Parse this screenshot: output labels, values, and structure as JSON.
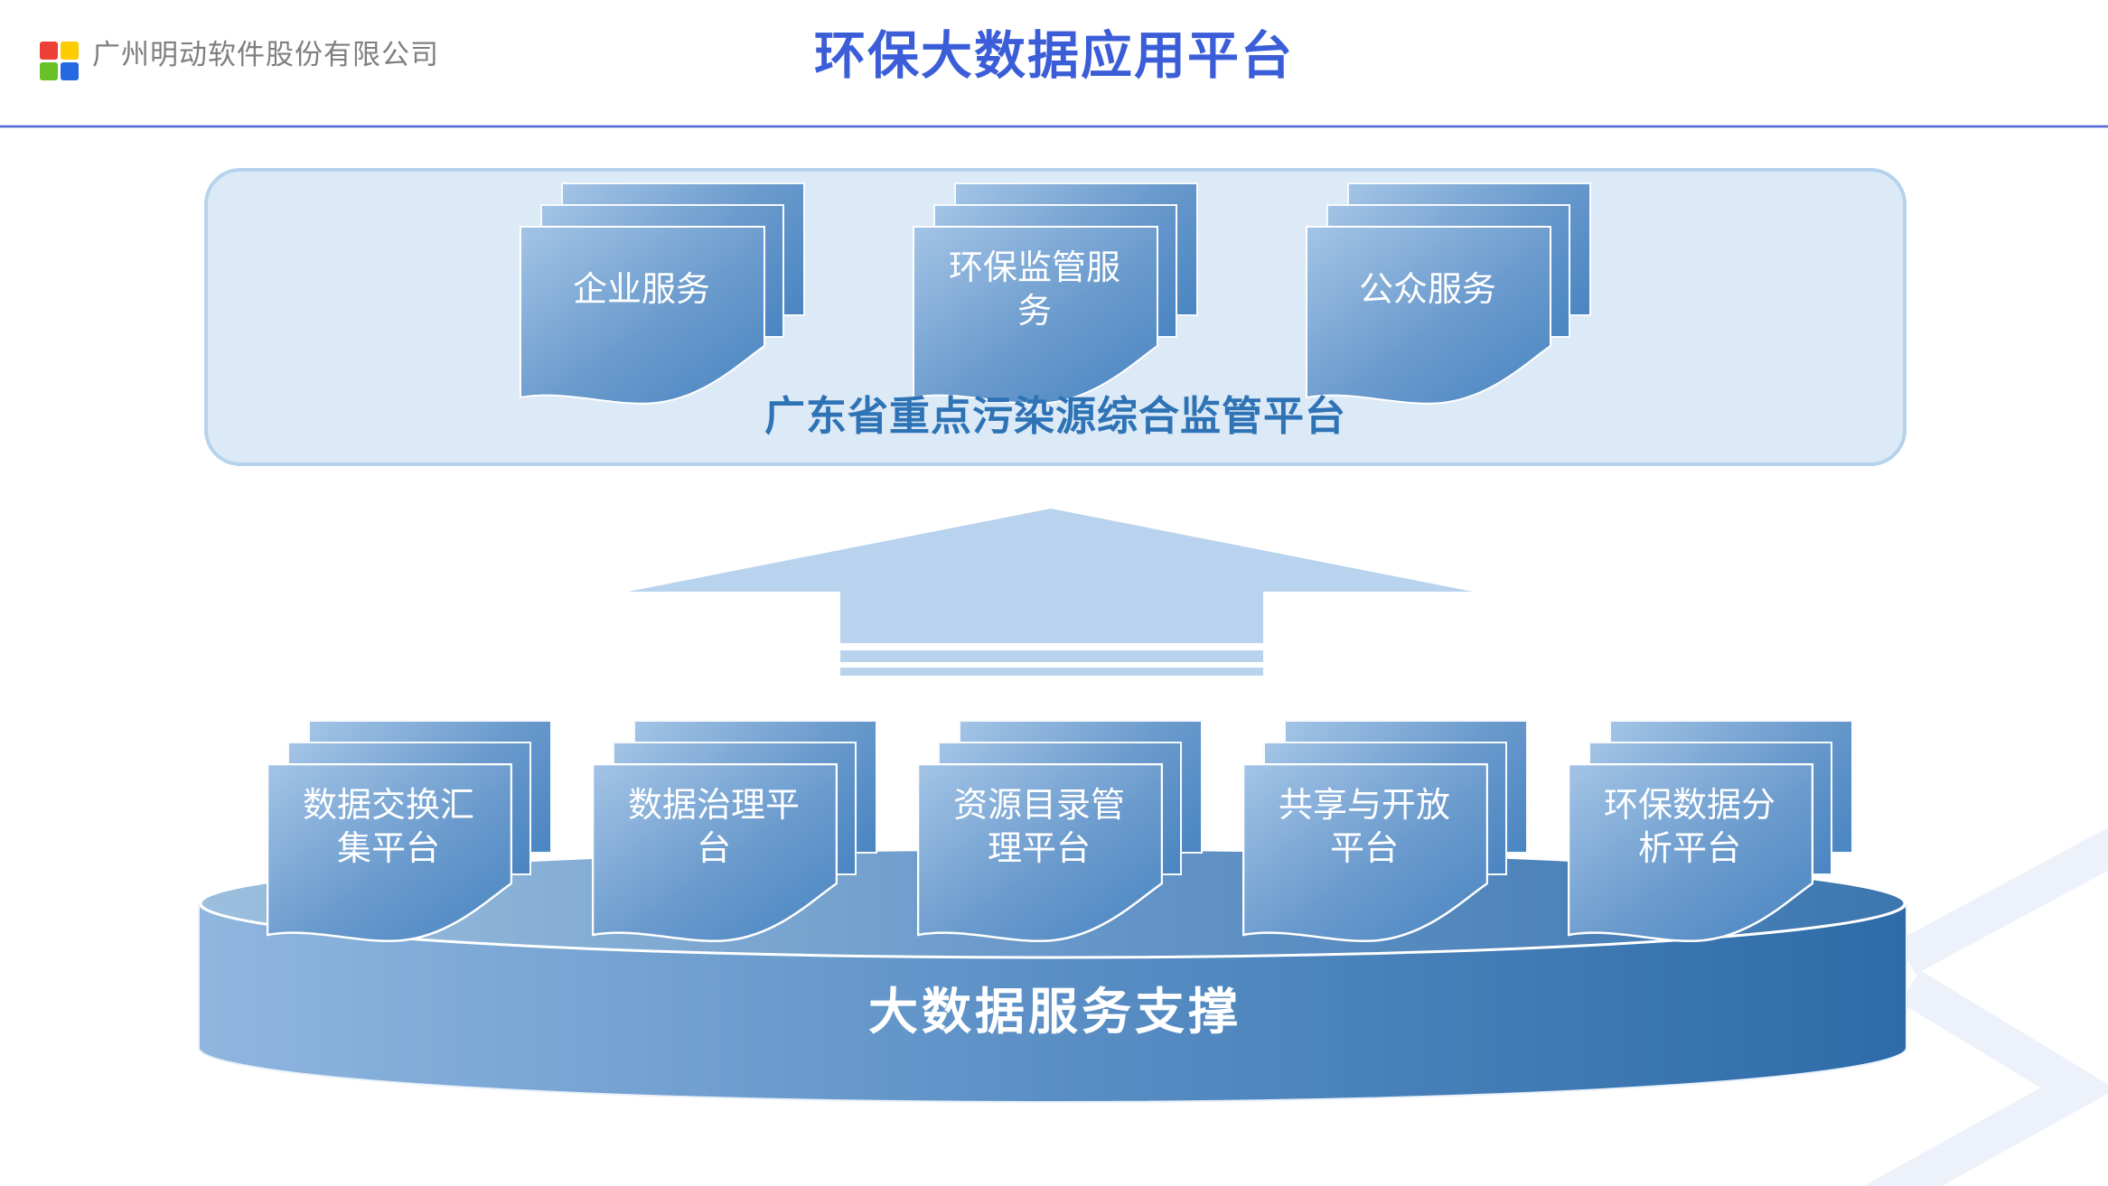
{
  "header": {
    "company_name": "广州明动软件股份有限公司",
    "slide_title": "环保大数据应用平台"
  },
  "top_section": {
    "caption": "广东省重点污染源综合监管平台",
    "services": [
      "企业服务",
      "环保监管服务",
      "公众服务"
    ]
  },
  "arrow": {
    "direction": "up"
  },
  "bottom_section": {
    "platform_label": "大数据服务支撑",
    "platforms": [
      "数据交换汇集平台",
      "数据治理平台",
      "资源目录管理平台",
      "共享与开放平台",
      "环保数据分析平台"
    ]
  },
  "colors": {
    "title_blue": "#3b5ed8",
    "divider_blue": "#5666d8",
    "company_gray": "#7f7f7f",
    "box_fill": "#dce9f6",
    "box_border": "#b5d3ec",
    "caption_blue": "#2d73b5",
    "arrow_blue": "#b9d3ee",
    "page_gradient_start": "#a3c4e6",
    "page_gradient_end": "#4a85c2",
    "cylinder_left": "#8fb6df",
    "cylinder_right": "#2d6ba8",
    "watermark": "#edf1f9",
    "logo_red": "#ee3e38",
    "logo_yellow": "#fccc00",
    "logo_green": "#67c127",
    "logo_blue": "#2569e0"
  }
}
